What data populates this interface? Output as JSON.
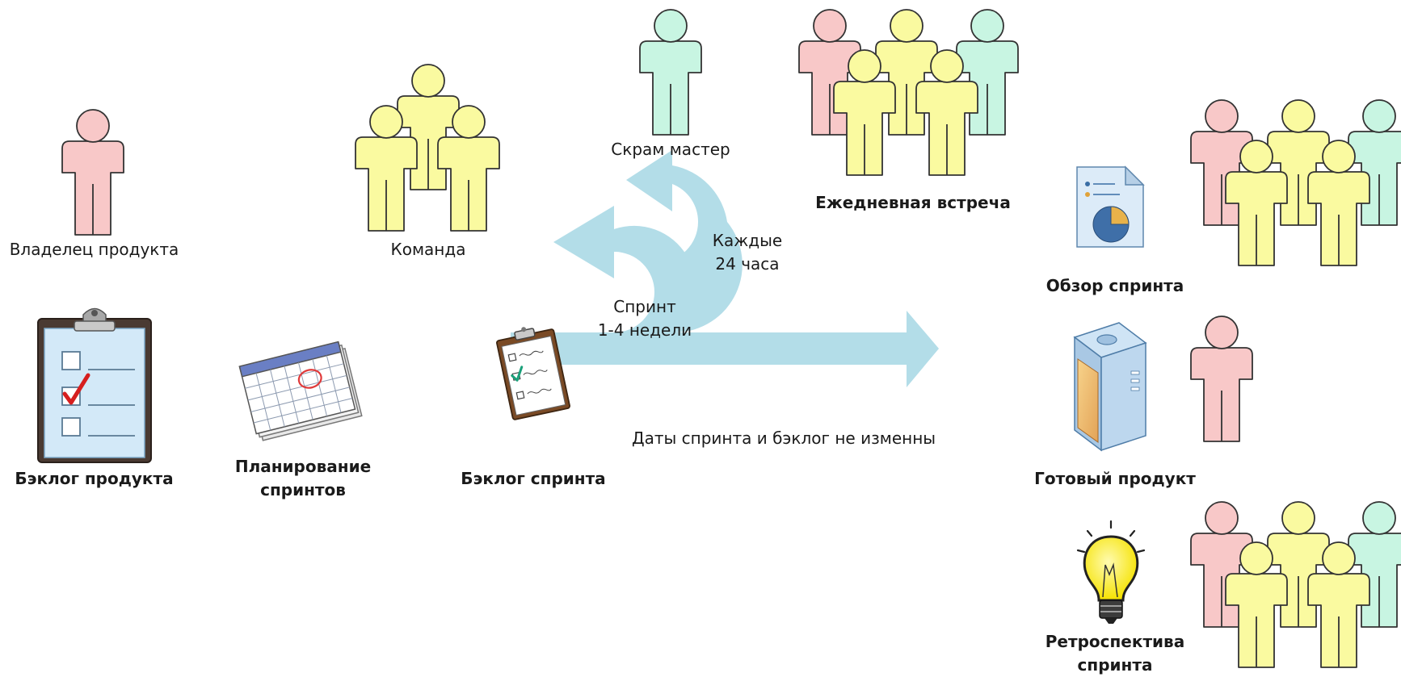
{
  "roles": {
    "product_owner": "Владелец продукта",
    "team": "Команда",
    "scrum_master": "Скрам мастер"
  },
  "artifacts": {
    "product_backlog": "Бэклог продукта",
    "sprint_planning_line1": "Планирование",
    "sprint_planning_line2": "спринтов",
    "sprint_backlog": "Бэклог спринта",
    "finished_product": "Готовый продукт"
  },
  "events": {
    "daily_meeting": "Ежедневная встреча",
    "sprint_review": "Обзор спринта",
    "retrospective_line1": "Ретроспектива",
    "retrospective_line2": "спринта"
  },
  "cycle": {
    "daily_line1": "Каждые",
    "daily_line2": "24 часа",
    "sprint_line1": "Спринт",
    "sprint_line2": "1-4 недели",
    "fixed_note": "Даты спринта и бэклог не изменны"
  },
  "colors": {
    "person_pink": "#f8c8c8",
    "person_yellow": "#fafaa0",
    "person_mint": "#c8f5e2",
    "arrow_blue": "#b3dde8",
    "outline": "#333333"
  }
}
